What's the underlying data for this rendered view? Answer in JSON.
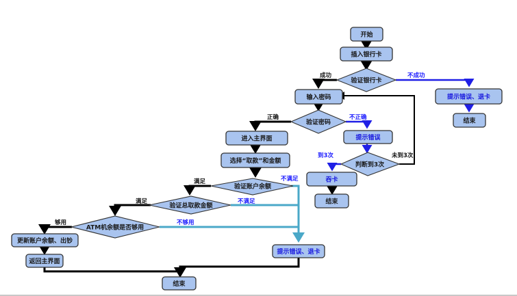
{
  "title": "ATM 取款流程图",
  "nodes": {
    "start": "开始",
    "insert_card": "插入银行卡",
    "verify_card": "验证银行卡",
    "enter_pin": "输入密码",
    "verify_pin": "验证密码",
    "show_error": "提示错误",
    "check_3_times": "判断到3次",
    "swallow_card": "吞卡",
    "end_swallow": "结束",
    "card_fail_error": "提示错误、退卡",
    "end_card_fail": "结束",
    "main_menu": "进入主界面",
    "select_withdraw": "选择“取款”和金额",
    "verify_balance": "验证账户余额",
    "verify_total": "验证总取款金额",
    "atm_cash": "ATM机余额是否够用",
    "update_balance": "更新账户余额、出钞",
    "return_main": "返回主界面",
    "error_eject": "提示错误、退卡",
    "end_final": "结束"
  },
  "edge_labels": {
    "success": "成功",
    "fail": "不成功",
    "correct": "正确",
    "incorrect": "不正确",
    "reached_3": "到3次",
    "not_reached_3": "未到3次",
    "balance_ok": "满足",
    "balance_fail": "不满足",
    "total_ok": "满足",
    "total_fail": "不满足",
    "cash_ok": "够用",
    "cash_fail": "不够用"
  },
  "colors": {
    "node_fill": "#a9c4ef",
    "main_flow": "#000000",
    "error_flow": "#1f1fe6",
    "reject_flow": "#4aa8c8"
  }
}
